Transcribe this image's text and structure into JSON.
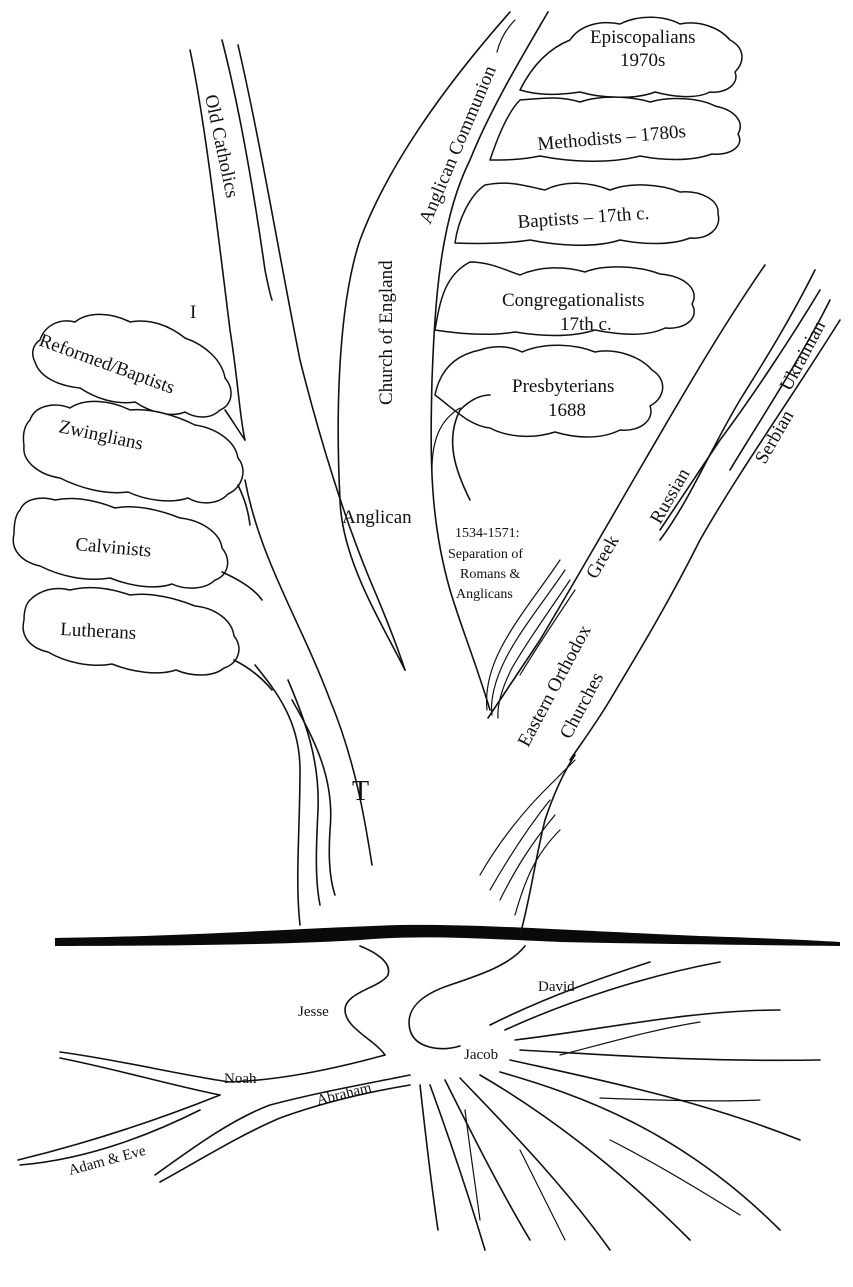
{
  "branches": {
    "old_catholics": "Old Catholics",
    "anglican_communion": "Anglican Communion",
    "church_of_england": "Church of England",
    "anglican": "Anglican",
    "separation_date": "1534-1571:",
    "separation_line1": "Separation of",
    "separation_line2": "Romans &",
    "separation_line3": "Anglicans",
    "greek": "Greek",
    "russian": "Russian",
    "ukrainian": "Ukrainian",
    "serbian": "Serbian",
    "eastern_orthodox_line1": "Eastern Orthodox",
    "eastern_orthodox_line2": "Churches",
    "marker_i": "I",
    "marker_t": "T"
  },
  "protestant_clouds": {
    "episcopalians_line1": "Episcopalians",
    "episcopalians_line2": "1970s",
    "methodists": "Methodists – 1780s",
    "baptists": "Baptists – 17th c.",
    "congregationalists_line1": "Congregationalists",
    "congregationalists_line2": "17th c.",
    "presbyterians_line1": "Presbyterians",
    "presbyterians_line2": "1688"
  },
  "reformation_clouds": {
    "reformed_baptists": "Reformed/Baptists",
    "zwinglians": "Zwinglians",
    "calvinists": "Calvinists",
    "lutherans": "Lutherans"
  },
  "roots": {
    "david": "David",
    "jesse": "Jesse",
    "jacob": "Jacob",
    "noah": "Noah",
    "abraham": "Abraham",
    "adam_eve": "Adam & Eve"
  },
  "colors": {
    "ink": "#111111",
    "paper": "#ffffff"
  }
}
